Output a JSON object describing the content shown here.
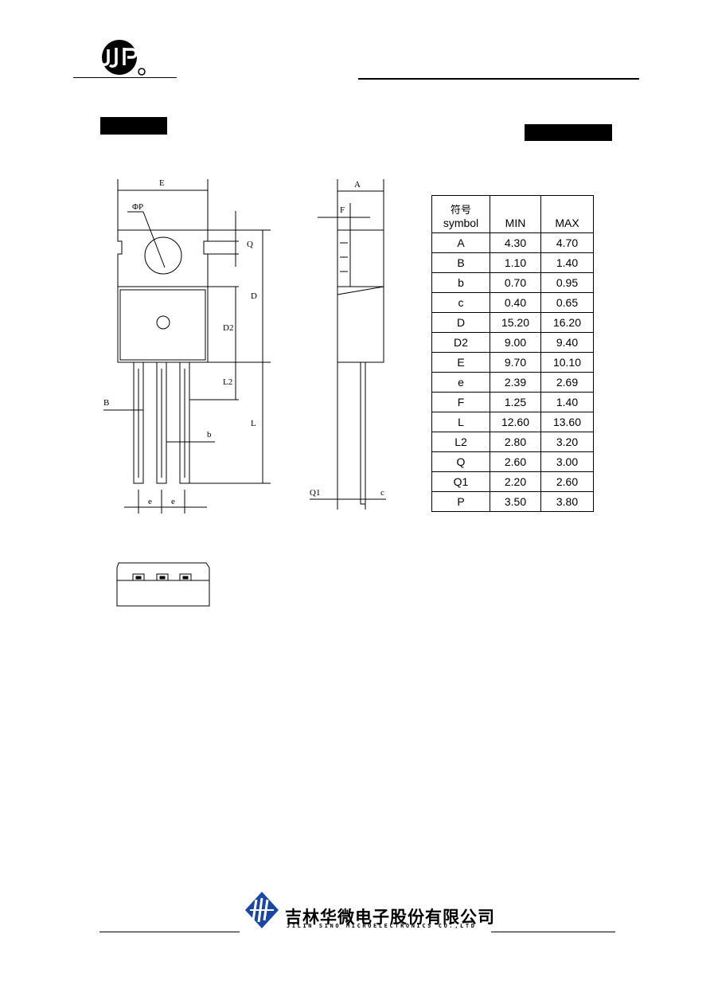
{
  "header": {
    "logo_text": "JJF"
  },
  "drawing": {
    "labels": {
      "E": "E",
      "phiP": "ΦP",
      "Q": "Q",
      "D": "D",
      "D2": "D2",
      "L2": "L2",
      "L": "L",
      "B": "B",
      "b": "b",
      "e": "e",
      "A": "A",
      "F": "F",
      "Q1": "Q1",
      "c": "c"
    }
  },
  "table": {
    "header_cn": "符号",
    "header_symbol": "symbol",
    "header_min": "MIN",
    "header_max": "MAX",
    "rows": [
      {
        "symbol": "A",
        "min": "4.30",
        "max": "4.70"
      },
      {
        "symbol": "B",
        "min": "1.10",
        "max": "1.40"
      },
      {
        "symbol": "b",
        "min": "0.70",
        "max": "0.95"
      },
      {
        "symbol": "c",
        "min": "0.40",
        "max": "0.65"
      },
      {
        "symbol": "D",
        "min": "15.20",
        "max": "16.20"
      },
      {
        "symbol": "D2",
        "min": "9.00",
        "max": "9.40"
      },
      {
        "symbol": "E",
        "min": "9.70",
        "max": "10.10"
      },
      {
        "symbol": "e",
        "min": "2.39",
        "max": "2.69"
      },
      {
        "symbol": "F",
        "min": "1.25",
        "max": "1.40"
      },
      {
        "symbol": "L",
        "min": "12.60",
        "max": "13.60"
      },
      {
        "symbol": "L2",
        "min": "2.80",
        "max": "3.20"
      },
      {
        "symbol": "Q",
        "min": "2.60",
        "max": "3.00"
      },
      {
        "symbol": "Q1",
        "min": "2.20",
        "max": "2.60"
      },
      {
        "symbol": "P",
        "min": "3.50",
        "max": "3.80"
      }
    ]
  },
  "footer": {
    "company_cn": "吉林华微电子股份有限公司",
    "company_en": "JILIN SINO MICROELECTRONICS CO.,LTD"
  }
}
